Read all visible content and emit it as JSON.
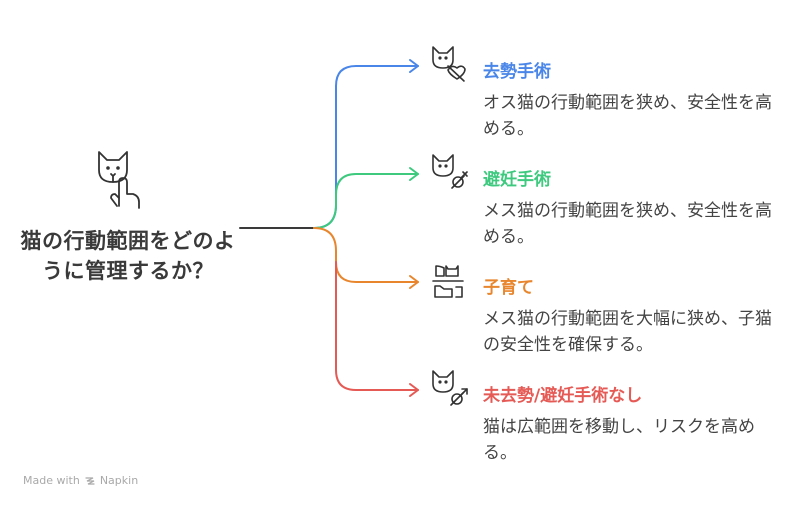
{
  "main": {
    "title": "猫の行動範囲をどのように管理するか？",
    "icon": "cat-with-hand-pointer-icon"
  },
  "branches": [
    {
      "title": "去勢手術",
      "description": "オス猫の行動範囲を狭め、安全性を高める。",
      "color": "#4a86e8",
      "icon": "cat-neutered-heart-icon"
    },
    {
      "title": "避妊手術",
      "description": "メス猫の行動範囲を狭め、安全性を高める。",
      "color": "#3ec97f",
      "icon": "cat-spayed-female-symbol-icon"
    },
    {
      "title": "子育て",
      "description": "メス猫の行動範囲を大幅に狭め、子猫の安全性を確保する。",
      "color": "#e8862e",
      "icon": "cats-kittens-icon"
    },
    {
      "title": "未去勢/避妊手術なし",
      "description": "猫は広範囲を移動し、リスクを高める。",
      "color": "#e55a55",
      "icon": "cat-unneutered-male-symbol-icon"
    }
  ],
  "footer": {
    "made_with": "Made with",
    "brand": "Napkin"
  }
}
